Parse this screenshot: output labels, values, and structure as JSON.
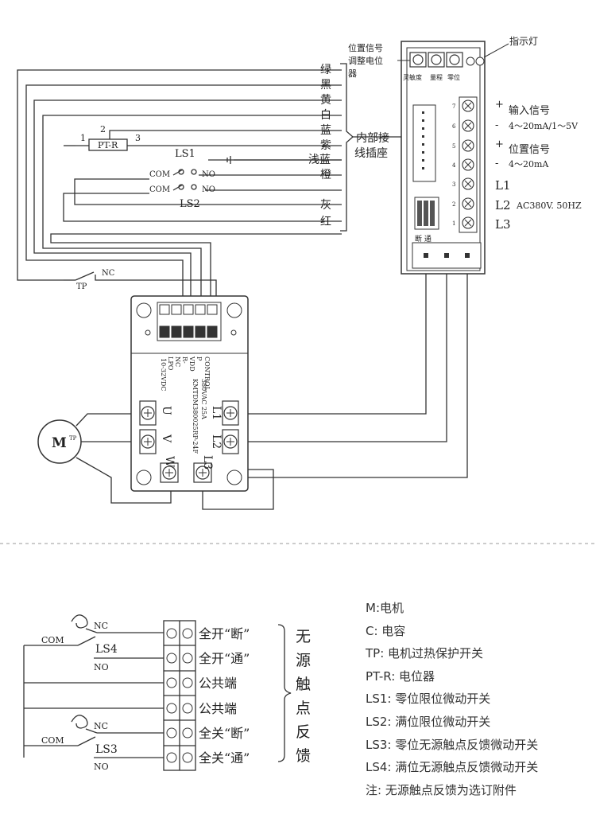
{
  "wire_colors": [
    "绿",
    "黑",
    "黄",
    "白",
    "蓝",
    "紫",
    "浅蓝",
    "橙",
    "灰",
    "红"
  ],
  "pt_r": {
    "label": "PT-R",
    "pin1": "1",
    "pin2": "2",
    "pin3": "3"
  },
  "ls1": {
    "label": "LS1",
    "com": "COM",
    "no": "NO"
  },
  "ls2": {
    "label": "LS2",
    "com": "COM",
    "no": "NO"
  },
  "internal_socket": [
    "内部接",
    "线插座"
  ],
  "tp": {
    "label": "TP",
    "nc": "NC"
  },
  "controller": {
    "pot_labels": [
      "位置信号",
      "调整电位",
      "器"
    ],
    "pot_knobs": [
      "灵敏度",
      "量程",
      "零位"
    ],
    "indicator_label": "指示灯",
    "terminals": [
      "7",
      "6",
      "5",
      "4",
      "3",
      "2",
      "1"
    ],
    "input_signal": {
      "plus": "+",
      "title": "输入信号",
      "minus": "-",
      "range": "4～20mA/1～5V"
    },
    "position_signal": {
      "plus": "+",
      "title": "位置信号",
      "minus": "-",
      "range": "4～20mA"
    },
    "power": {
      "l1": "L1",
      "l2": "L2",
      "l3": "L3",
      "spec": "AC380V. 50HZ"
    },
    "bottom_labels": "断  通"
  },
  "module": {
    "control_lines": [
      "CONTROL",
      "P",
      "VDD",
      "R-",
      "NC",
      "LPO"
    ],
    "voltage": "10-32VDC",
    "model_lines": [
      "KMTDM380025RP-24F",
      "380VAC 25A"
    ],
    "terminals": {
      "u": "U",
      "v": "V",
      "w": "W",
      "l1": "L1",
      "l2": "L2",
      "l3": "L3"
    }
  },
  "motor": {
    "label": "M",
    "tp": "TP"
  },
  "feedback": {
    "ls4": {
      "label": "LS4",
      "com": "COM",
      "nc": "NC",
      "no": "NO"
    },
    "ls3": {
      "label": "LS3",
      "com": "COM",
      "nc": "NC",
      "no": "NO"
    },
    "rows": [
      "全开“断”",
      "全开“通”",
      "公共端",
      "公共端",
      "全关“断”",
      "全关“通”"
    ],
    "brace_label": [
      "无",
      "源",
      "触",
      "点",
      "反",
      "馈"
    ]
  },
  "legend": [
    "M:电机",
    "C:  电容",
    "TP:  电机过热保护开关",
    "PT-R:  电位器",
    "LS1:  零位限位微动开关",
    "LS2:  满位限位微动开关",
    "LS3:  零位无源触点反馈微动开关",
    "LS4:  满位无源触点反馈微动开关",
    "注:  无源触点反馈为选订附件"
  ]
}
